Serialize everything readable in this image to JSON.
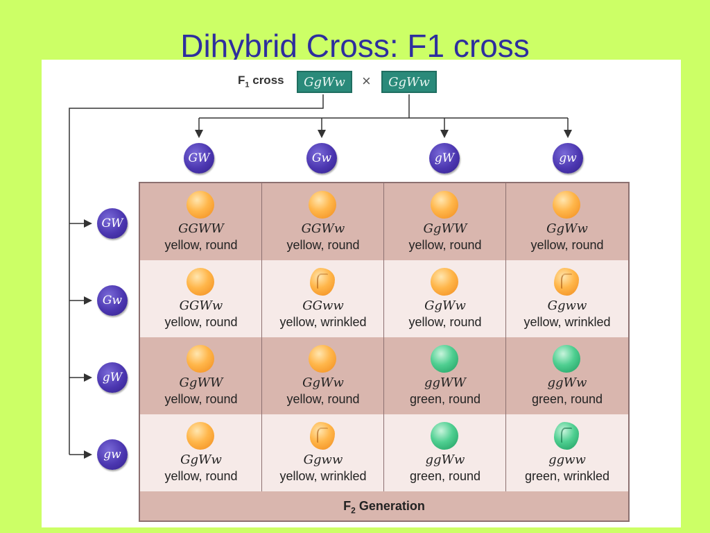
{
  "slide": {
    "title": "Dihybrid Cross: F1 cross"
  },
  "cross": {
    "label_main": "F",
    "label_sub": "1",
    "label_rest": " cross",
    "parent1": "GgWw",
    "times": "×",
    "parent2": "GgWw"
  },
  "gametes": {
    "top": [
      "GW",
      "Gw",
      "gW",
      "gw"
    ],
    "left": [
      "GW",
      "Gw",
      "gW",
      "gw"
    ]
  },
  "grid": [
    [
      {
        "genotype": "GGWW",
        "phenotype": "yellow, round",
        "color": "yellow",
        "shape": "round"
      },
      {
        "genotype": "GGWw",
        "phenotype": "yellow, round",
        "color": "yellow",
        "shape": "round"
      },
      {
        "genotype": "GgWW",
        "phenotype": "yellow, round",
        "color": "yellow",
        "shape": "round"
      },
      {
        "genotype": "GgWw",
        "phenotype": "yellow, round",
        "color": "yellow",
        "shape": "round"
      }
    ],
    [
      {
        "genotype": "GGWw",
        "phenotype": "yellow, round",
        "color": "yellow",
        "shape": "round"
      },
      {
        "genotype": "GGww",
        "phenotype": "yellow, wrinkled",
        "color": "yellow",
        "shape": "wrinkled"
      },
      {
        "genotype": "GgWw",
        "phenotype": "yellow, round",
        "color": "yellow",
        "shape": "round"
      },
      {
        "genotype": "Ggww",
        "phenotype": "yellow, wrinkled",
        "color": "yellow",
        "shape": "wrinkled"
      }
    ],
    [
      {
        "genotype": "GgWW",
        "phenotype": "yellow, round",
        "color": "yellow",
        "shape": "round"
      },
      {
        "genotype": "GgWw",
        "phenotype": "yellow, round",
        "color": "yellow",
        "shape": "round"
      },
      {
        "genotype": "ggWW",
        "phenotype": "green, round",
        "color": "green",
        "shape": "round"
      },
      {
        "genotype": "ggWw",
        "phenotype": "green, round",
        "color": "green",
        "shape": "round"
      }
    ],
    [
      {
        "genotype": "GgWw",
        "phenotype": "yellow, round",
        "color": "yellow",
        "shape": "round"
      },
      {
        "genotype": "Ggww",
        "phenotype": "yellow, wrinkled",
        "color": "yellow",
        "shape": "wrinkled"
      },
      {
        "genotype": "ggWw",
        "phenotype": "green, round",
        "color": "green",
        "shape": "round"
      },
      {
        "genotype": "ggww",
        "phenotype": "green, wrinkled",
        "color": "green",
        "shape": "wrinkled"
      }
    ]
  ],
  "footer": {
    "label_main": "F",
    "label_sub": "2",
    "label_rest": " Generation"
  },
  "colors": {
    "background": "#ccff66",
    "title": "#2e2e9e",
    "parent_box": "#2a8a7a",
    "gamete": "#4b36b0",
    "row_dark": "#d9b6ae",
    "row_light": "#f6eae8"
  }
}
